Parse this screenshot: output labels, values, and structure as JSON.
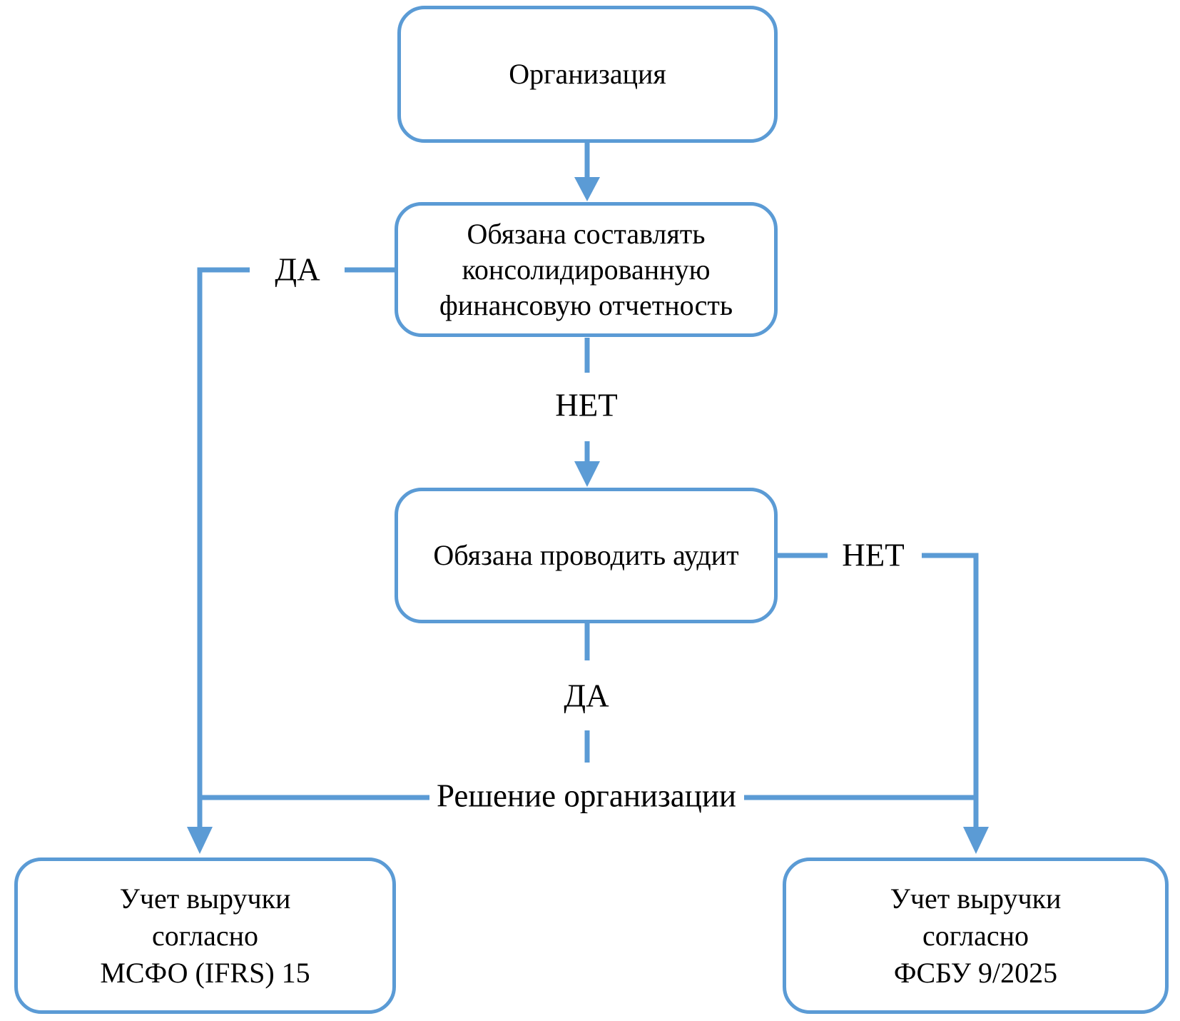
{
  "colors": {
    "line": "#5B9BD5",
    "text": "#000000",
    "background": "#FFFFFF"
  },
  "diagram_type": "flowchart",
  "nodes": {
    "organization": {
      "label": "Организация"
    },
    "consolidated": {
      "lines": [
        "Обязана составлять",
        "консолидированную",
        "финансовую отчетность"
      ]
    },
    "audit": {
      "label": "Обязана проводить аудит"
    },
    "ifrs": {
      "lines": [
        "Учет выручки",
        "согласно",
        "МСФО (IFRS) 15"
      ]
    },
    "fsbu": {
      "lines": [
        "Учет выручки",
        "согласно",
        "ФСБУ 9/2025"
      ]
    }
  },
  "branch_labels": {
    "yes_left": "ДА",
    "no_down": "НЕТ",
    "no_right": "НЕТ",
    "yes_down": "ДА",
    "decision": "Решение организации"
  }
}
